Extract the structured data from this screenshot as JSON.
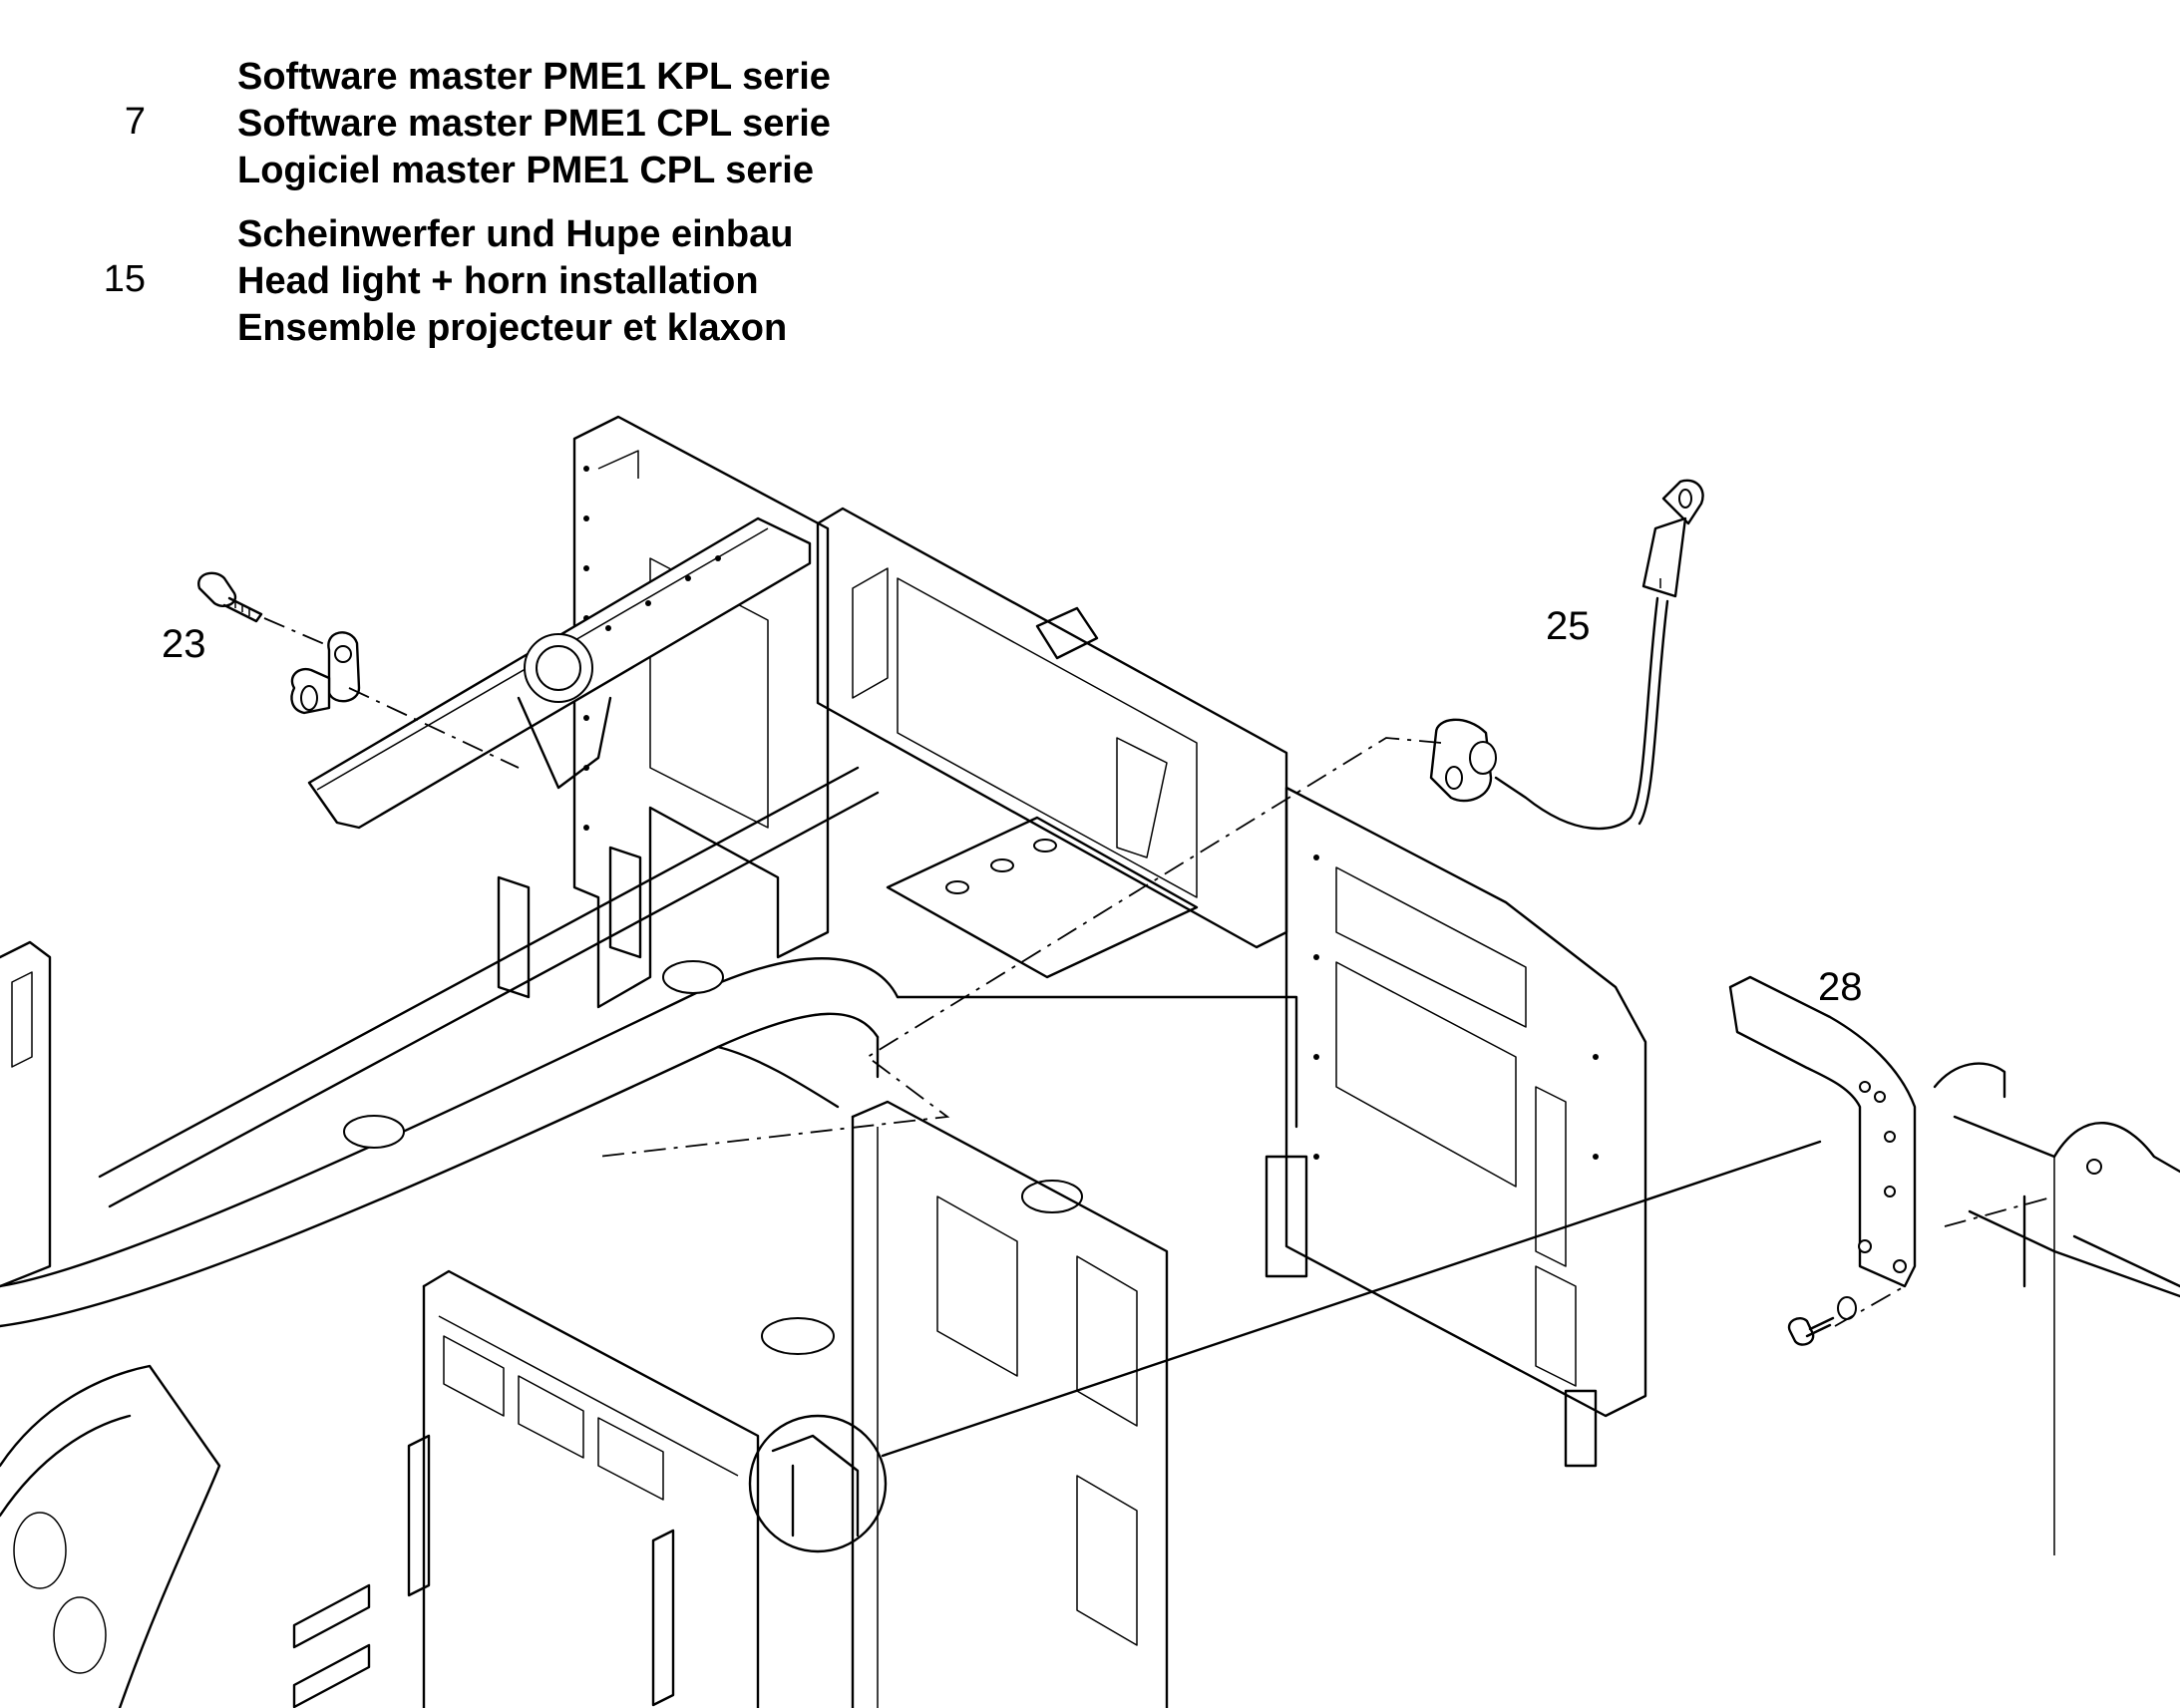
{
  "legend": [
    {
      "number": "7",
      "lines": [
        "Software master PME1 KPL serie",
        "Software master PME1 CPL serie",
        "Logiciel master PME1 CPL serie"
      ]
    },
    {
      "number": "15",
      "lines": [
        "Scheinwerfer und Hupe einbau",
        "Head light + horn installation",
        "Ensemble projecteur et klaxon"
      ]
    }
  ],
  "callouts": {
    "c23": "23",
    "c25": "25",
    "c28": "28"
  }
}
